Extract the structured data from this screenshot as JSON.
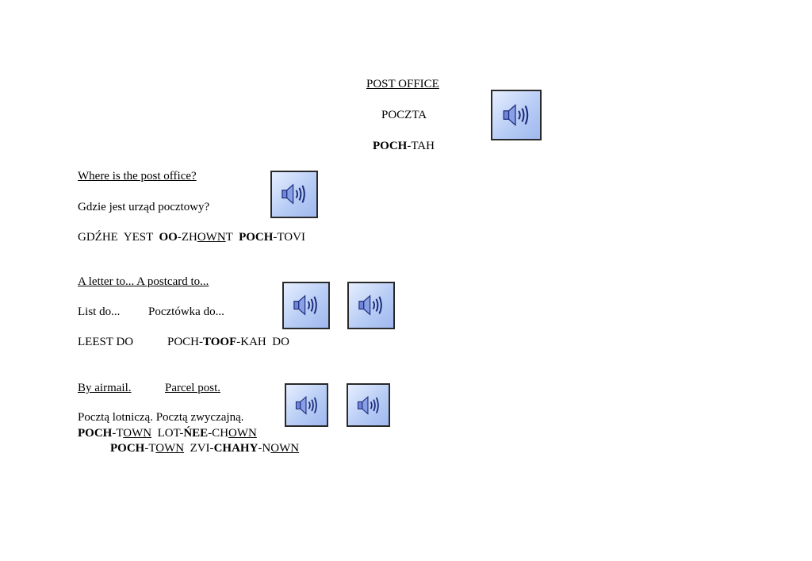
{
  "title": {
    "en": "POST OFFICE",
    "pl": "POCZTA",
    "phon_bold": "POCH",
    "phon_rest": "-TAH"
  },
  "q1": {
    "en": "Where is the post office?",
    "pl": "Gdzie jest urząd pocztowy?",
    "phon": [
      {
        "t": "GDŹHE  YEST  ",
        "b": false,
        "u": false
      },
      {
        "t": "OO",
        "b": true,
        "u": false
      },
      {
        "t": "-ZH",
        "b": false,
        "u": false
      },
      {
        "t": "OWN",
        "b": false,
        "u": true
      },
      {
        "t": "T  ",
        "b": false,
        "u": false
      },
      {
        "t": "POCH",
        "b": true,
        "u": false
      },
      {
        "t": "-TOVI",
        "b": false,
        "u": false
      }
    ]
  },
  "q2": {
    "en": "A letter to...  A postcard to...",
    "pl_a": "List do...",
    "pl_b": "Pocztówka do...",
    "phon_a": "LEEST  DO",
    "phon_b": [
      {
        "t": "POCH-",
        "b": false,
        "u": false
      },
      {
        "t": "TOOF",
        "b": true,
        "u": false
      },
      {
        "t": "-KAH  DO",
        "b": false,
        "u": false
      }
    ]
  },
  "q3": {
    "en_a": "By airmail.",
    "en_b": "Parcel post.",
    "pl": "Pocztą lotniczą.  Pocztą zwyczajną.",
    "phon_a": [
      {
        "t": "POCH",
        "b": true,
        "u": false
      },
      {
        "t": "-T",
        "b": false,
        "u": false
      },
      {
        "t": "OWN",
        "b": false,
        "u": true
      },
      {
        "t": "  LOT-",
        "b": false,
        "u": false
      },
      {
        "t": "ŃEE",
        "b": true,
        "u": false
      },
      {
        "t": "-CH",
        "b": false,
        "u": false
      },
      {
        "t": "OWN",
        "b": false,
        "u": true
      }
    ],
    "phon_b": [
      {
        "t": "POCH",
        "b": true,
        "u": false
      },
      {
        "t": "-T",
        "b": false,
        "u": false
      },
      {
        "t": "OWN",
        "b": false,
        "u": true
      },
      {
        "t": "  ZVI-",
        "b": false,
        "u": false
      },
      {
        "t": "CHAHY",
        "b": true,
        "u": false
      },
      {
        "t": "-N",
        "b": false,
        "u": false
      },
      {
        "t": "OWN",
        "b": false,
        "u": true
      }
    ]
  },
  "icons": {
    "speaker": "speaker-icon",
    "speaker_bg": "#b8cdf5"
  }
}
